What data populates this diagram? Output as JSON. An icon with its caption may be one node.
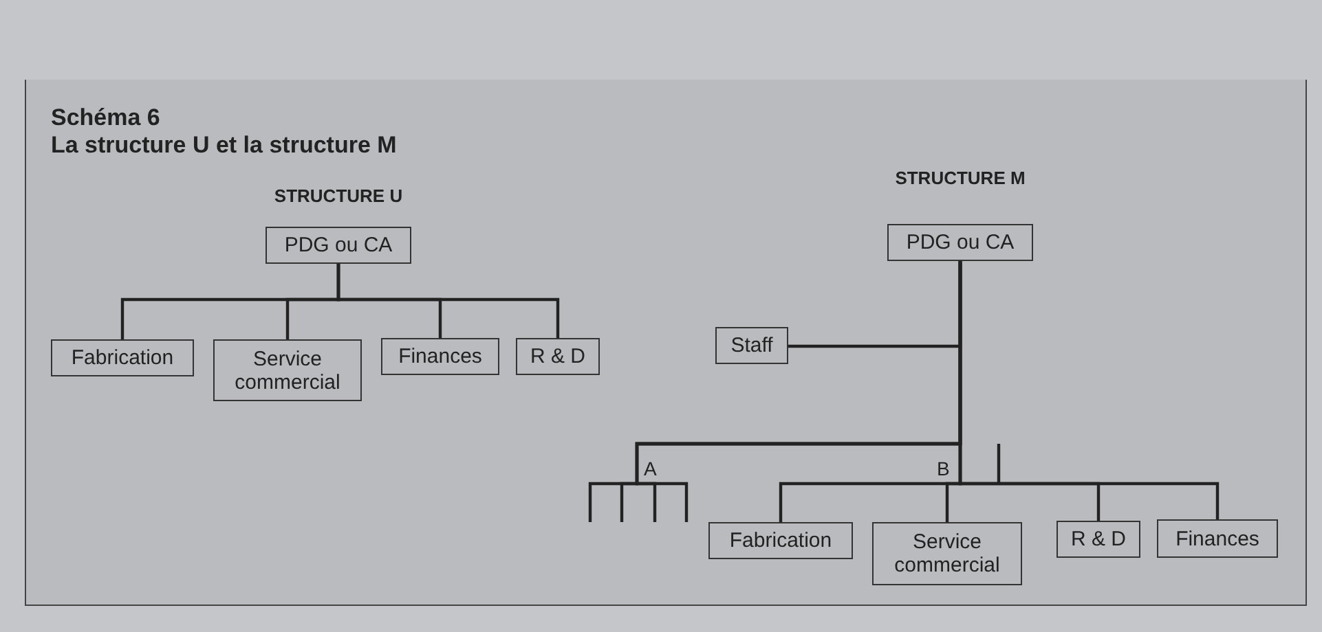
{
  "diagram": {
    "title": "Schéma 6",
    "nodes": [
      {
        "text": [
          "PDG ou CA"
        ]
      },
      {
        "text": [
          "Fabrication"
        ]
      },
      {
        "text": [
          "Service commercial"
        ]
      },
      {
        "text": [
          "Finances"
        ]
      },
      {
        "text": [
          "R & D"
        ]
      },
      {
        "text": [
          "PDG ou CA"
        ]
      },
      {
        "text": [
          "Staff"
        ]
      },
      {
        "text": [
          "Fabrication"
        ]
      },
      {
        "text": [
          "Service commercial"
        ]
      },
      {
        "text": [
          "R & D"
        ]
      },
      {
        "text": [
          "Finances"
        ]
      }
    ],
    "edges": [
      {
        "from": 0,
        "to": 1,
        "arrow": "none"
      },
      {
        "from": 0,
        "to": 2,
        "arrow": "none"
      },
      {
        "from": 0,
        "to": 3,
        "arrow": "none"
      },
      {
        "from": 0,
        "to": 4,
        "arrow": "none"
      },
      {
        "from": 5,
        "to": 6,
        "arrow": "none"
      },
      {
        "from": 5,
        "to": 7,
        "arrow": "none"
      },
      {
        "from": 5,
        "to": 8,
        "arrow": "none"
      },
      {
        "from": 5,
        "to": 9,
        "arrow": "none"
      },
      {
        "from": 5,
        "to": 10,
        "arrow": "none"
      },
      {
        "from": 5,
        "to": null,
        "arrow": "none"
      },
      {
        "from": 5,
        "to": null,
        "arrow": "none"
      },
      {
        "from": 5,
        "to": null,
        "arrow": "none"
      },
      {
        "from": 5,
        "to": null,
        "arrow": "none"
      }
    ],
    "labels": [
      "La structure U et la structure M",
      "STRUCTURE U",
      "STRUCTURE M",
      "A",
      "B"
    ]
  }
}
